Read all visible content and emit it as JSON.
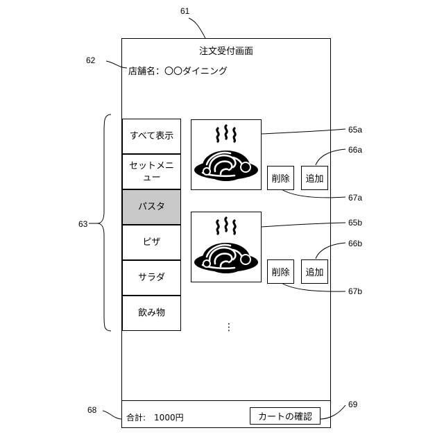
{
  "refs": {
    "r61": "61",
    "r62": "62",
    "r63": "63",
    "r65a": "65a",
    "r66a": "66a",
    "r67a": "67a",
    "r65b": "65b",
    "r66b": "66b",
    "r67b": "67b",
    "r68": "68",
    "r69": "69"
  },
  "screen": {
    "title": "注文受付画面",
    "store_label": "店舗名：〇〇ダイニング"
  },
  "categories": [
    {
      "label": "すべて表示"
    },
    {
      "label": "セットメニュー"
    },
    {
      "label": "パスタ",
      "selected": true
    },
    {
      "label": "ピザ"
    },
    {
      "label": "サラダ"
    },
    {
      "label": "飲み物"
    }
  ],
  "items": [
    {
      "icon": "pasta-dish-icon",
      "delete_label": "削除",
      "add_label": "追加"
    },
    {
      "icon": "pasta-dish-icon",
      "delete_label": "削除",
      "add_label": "追加"
    }
  ],
  "more_indicator": "⋮",
  "footer": {
    "total_label": "合計:　1000円",
    "cart_button_label": "カートの確認"
  }
}
